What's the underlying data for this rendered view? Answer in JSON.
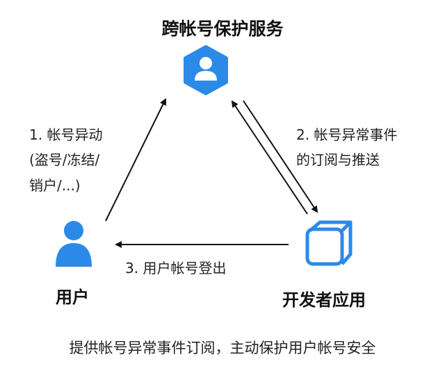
{
  "title": "跨帐号保护服务",
  "nodes": {
    "user": "用户",
    "developer_app": "开发者应用"
  },
  "edges": {
    "e1": [
      "1. 帐号异动",
      "(盗号/冻结/",
      "销户/...)"
    ],
    "e2": [
      "2. 帐号异常事件",
      "的订阅与推送"
    ],
    "e3": "3. 用户帐号登出"
  },
  "footer": "提供帐号异常事件订阅，主动保护用户帐号安全",
  "colors": {
    "accent": "#2b8ae8",
    "arrow": "#111111"
  }
}
